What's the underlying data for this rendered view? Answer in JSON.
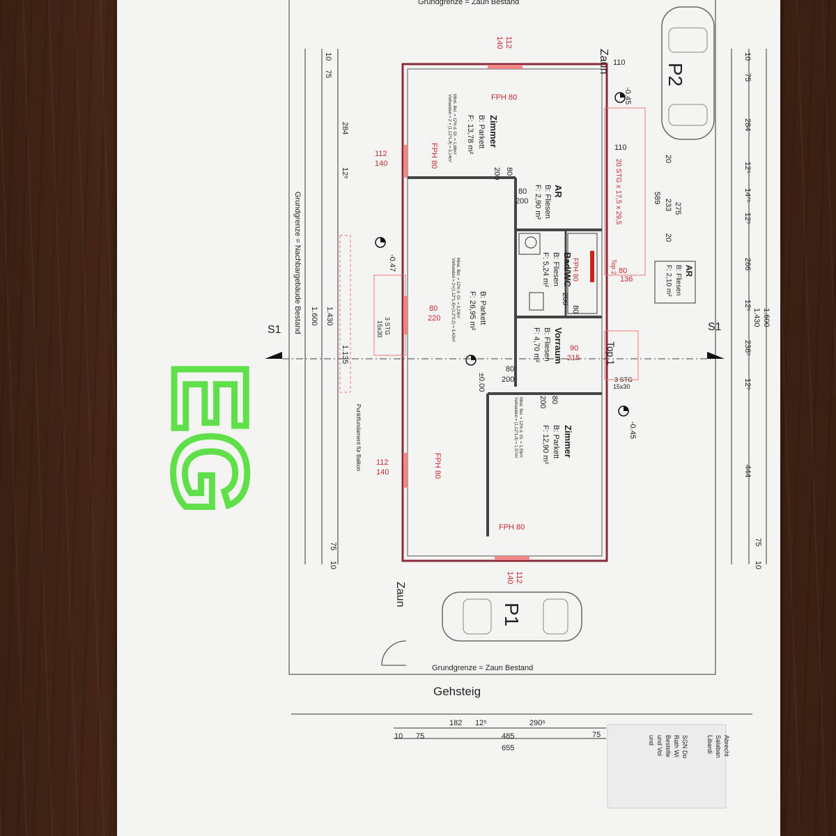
{
  "handwriting": "EG",
  "top_cut_text": "Grundgrenze = Zaun Bestand",
  "labels": {
    "zaun_top": "Zaun",
    "zaun_bottom": "Zaun",
    "p1": "P1",
    "p2": "P2",
    "s1": "S1",
    "grundgrenze_bottom": "Grundgrenze = Zaun Bestand",
    "grundgrenze_left": "Grundgrenze = Nachbargebäude Bestand",
    "gehsteig": "Gehsteig",
    "punktfundament": "Punktfundament für Balkon",
    "top1": "Top 1",
    "stairs_outside": "20 STG x 17,5 x 29,5",
    "stairs_3stg_a": "3 STG",
    "stairs_15x30": "15x30",
    "stairs_3stg_b": "3 STG",
    "stairs_15x30_b": "15x30"
  },
  "heights": {
    "top": "-0.45",
    "bottom": "-0.45",
    "left": "-0.47",
    "center": "±0.00"
  },
  "rooms": {
    "zimmer_left": {
      "name": "Zimmer",
      "floor": "B:  Parkett",
      "area": "F: 13,78 m²",
      "note1": "Mind. Bel. = 12% d. Gl. = 1,66m²",
      "note2": "Vorhanden = 2 × (1,12*1,4) = 3,14m²"
    },
    "ar_small": {
      "name": "AR",
      "floor": "B:  Fliesen",
      "area": "F:  2,90 m²"
    },
    "bad": {
      "name": "Bad/WC",
      "floor": "B:  Fliesen",
      "area": "F:  5,24 m²"
    },
    "wohnen": {
      "floor": "B:     Parkett",
      "area": "F:     26,95 m²",
      "note1": "Mind. Bel. = 12% d. Gl. = 3,23m²",
      "note2": "Vorhanden = 2×(1,12*1,4)+(1,2*2,2) = 3,42m²"
    },
    "vorraum": {
      "name": "Vorraum",
      "floor": "B:  Fliesen",
      "area": "F:  4,70 m²"
    },
    "zimmer_right": {
      "name": "Zimmer",
      "floor": "B:  Parkett",
      "area": "F: 12,90 m²",
      "note1": "Mind. Bel. = 12% d. Gl. = 1,55m²",
      "note2": "Vorhanden = (1,12*1,4) = 1,57m²"
    },
    "ar_outside": {
      "name": "AR",
      "floor": "B: Fliesen",
      "area": "F: 2,10 m²"
    }
  },
  "windows": {
    "fph80": "FPH 80",
    "w112": "112",
    "w140": "140",
    "door80": "80",
    "door200": "200",
    "door220": "220",
    "door90": "90",
    "door215": "215",
    "d136": "136",
    "dtop2": "Top 2"
  },
  "dims_right": [
    "10",
    "75",
    "284",
    "12⁵",
    "14⁷⁵",
    "12⁵",
    "266",
    "12⁵",
    "238⁵",
    "12⁵",
    "444",
    "75",
    "10"
  ],
  "dims_right_totals": [
    "1.430",
    "1.600"
  ],
  "dims_left": [
    "10",
    "75",
    "284",
    "12⁵",
    "1.135",
    "75",
    "10"
  ],
  "dims_left_totals": [
    "1.430",
    "1.600"
  ],
  "dims_stairs": [
    "110",
    "110",
    "275",
    "233",
    "589",
    "20",
    "20"
  ],
  "dims_bottom_row1": [
    "182",
    "12⁵",
    "290⁵"
  ],
  "dims_bottom_row2": [
    "10",
    "75",
    "485",
    "75"
  ],
  "dims_bottom_total": "655",
  "title_block": [
    "Abrecht",
    "Salaban",
    "Libardi",
    "SGN Do",
    "Rath Wi",
    "Bestelle",
    "und Vol",
    "und"
  ]
}
